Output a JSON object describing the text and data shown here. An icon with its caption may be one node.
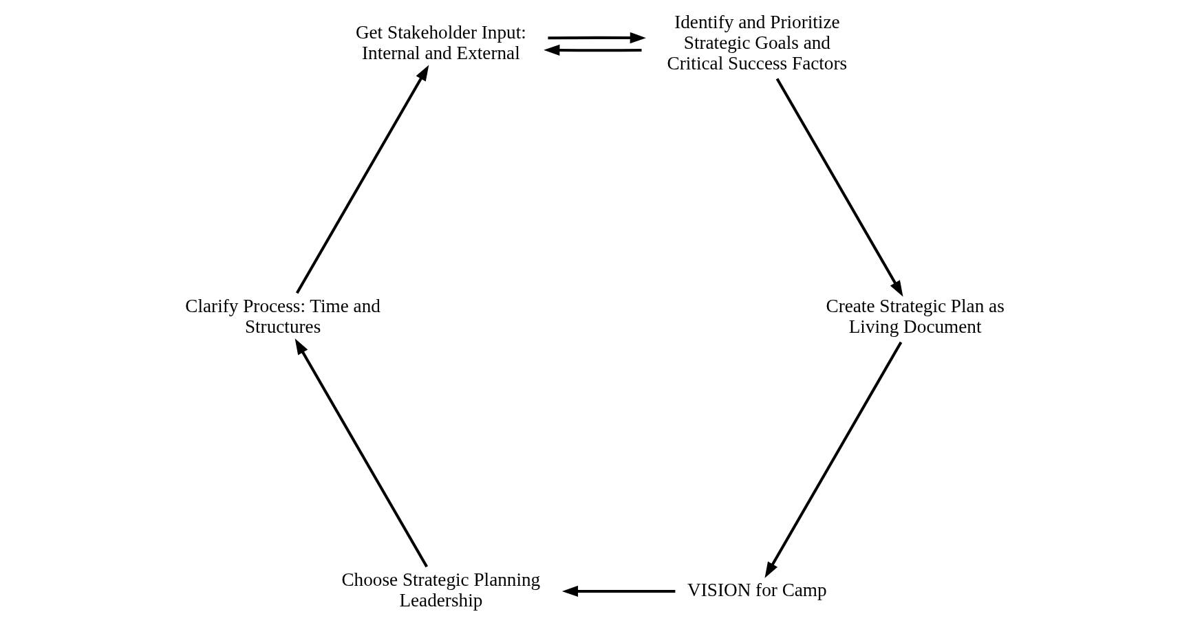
{
  "diagram": {
    "nodes": [
      {
        "text": [
          "VISION for Camp"
        ]
      },
      {
        "text": [
          "Choose Strategic Planning Leadership"
        ]
      },
      {
        "text": [
          "Clarify Process: Time and Structures"
        ]
      },
      {
        "text": [
          "Get Stakeholder Input: Internal and External"
        ]
      },
      {
        "text": [
          "Identify and Prioritize Strategic Goals and Critical Success Factors"
        ]
      },
      {
        "text": [
          "Create Strategic Plan as Living Document"
        ]
      }
    ],
    "edges": [
      {
        "from": 0,
        "to": 1,
        "arrow": "to"
      },
      {
        "from": 1,
        "to": 2,
        "arrow": "to"
      },
      {
        "from": 2,
        "to": 3,
        "arrow": "to"
      },
      {
        "from": 4,
        "to": 3,
        "arrow": "to"
      },
      {
        "from": 3,
        "to": 4,
        "arrow": "to"
      },
      {
        "from": 4,
        "to": 5,
        "arrow": "to"
      },
      {
        "from": 5,
        "to": 0,
        "arrow": "to"
      }
    ]
  }
}
